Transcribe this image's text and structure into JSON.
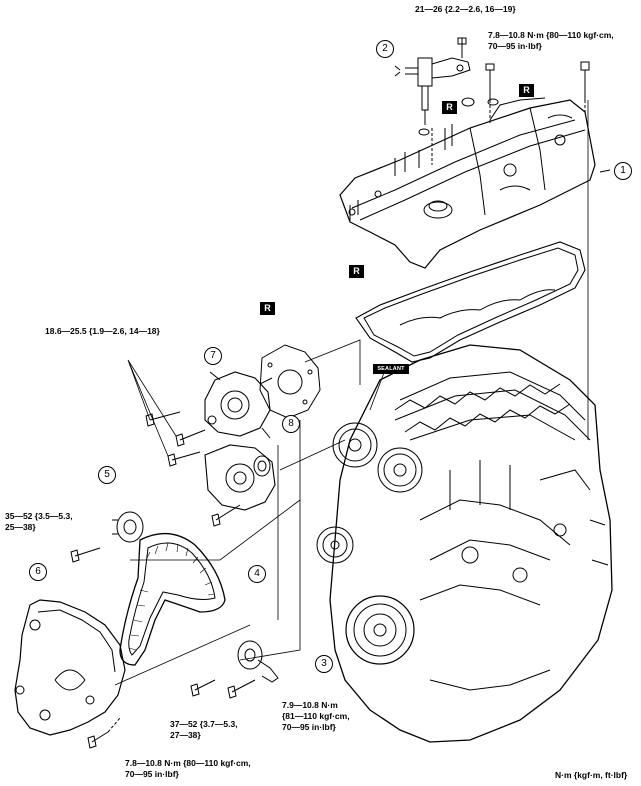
{
  "torque_labels": {
    "t_top": "21—26 {2.2—2.6, 16—19}",
    "t_right_1": "7.8—10.8 N·m {80—110 kgf·cm,",
    "t_right_2": "70—95 in·lbf}",
    "t_pump": "18.6—25.5 {1.9—2.6, 14—18}",
    "t_left_1": "35—52 {3.5—5.3,",
    "t_left_2": "25—38}",
    "t_mid_1": "37—52 {3.7—5.3,",
    "t_mid_2": "27—38}",
    "t_tens_1": "7.9—10.8 N·m",
    "t_tens_2": "{81—110 kgf·cm,",
    "t_tens_3": "70—95 in·lbf}",
    "t_bot_1": "7.8—10.8 N·m {80—110 kgf·cm,",
    "t_bot_2": "70—95 in·lbf}"
  },
  "callouts": [
    "1",
    "2",
    "3",
    "4",
    "5",
    "6",
    "7",
    "8"
  ],
  "badges": {
    "replace": "R",
    "sealant": "SEALANT"
  },
  "units_note": "N·m {kgf·m, ft·lbf}",
  "colors": {
    "line": "#000000",
    "background": "#ffffff"
  }
}
